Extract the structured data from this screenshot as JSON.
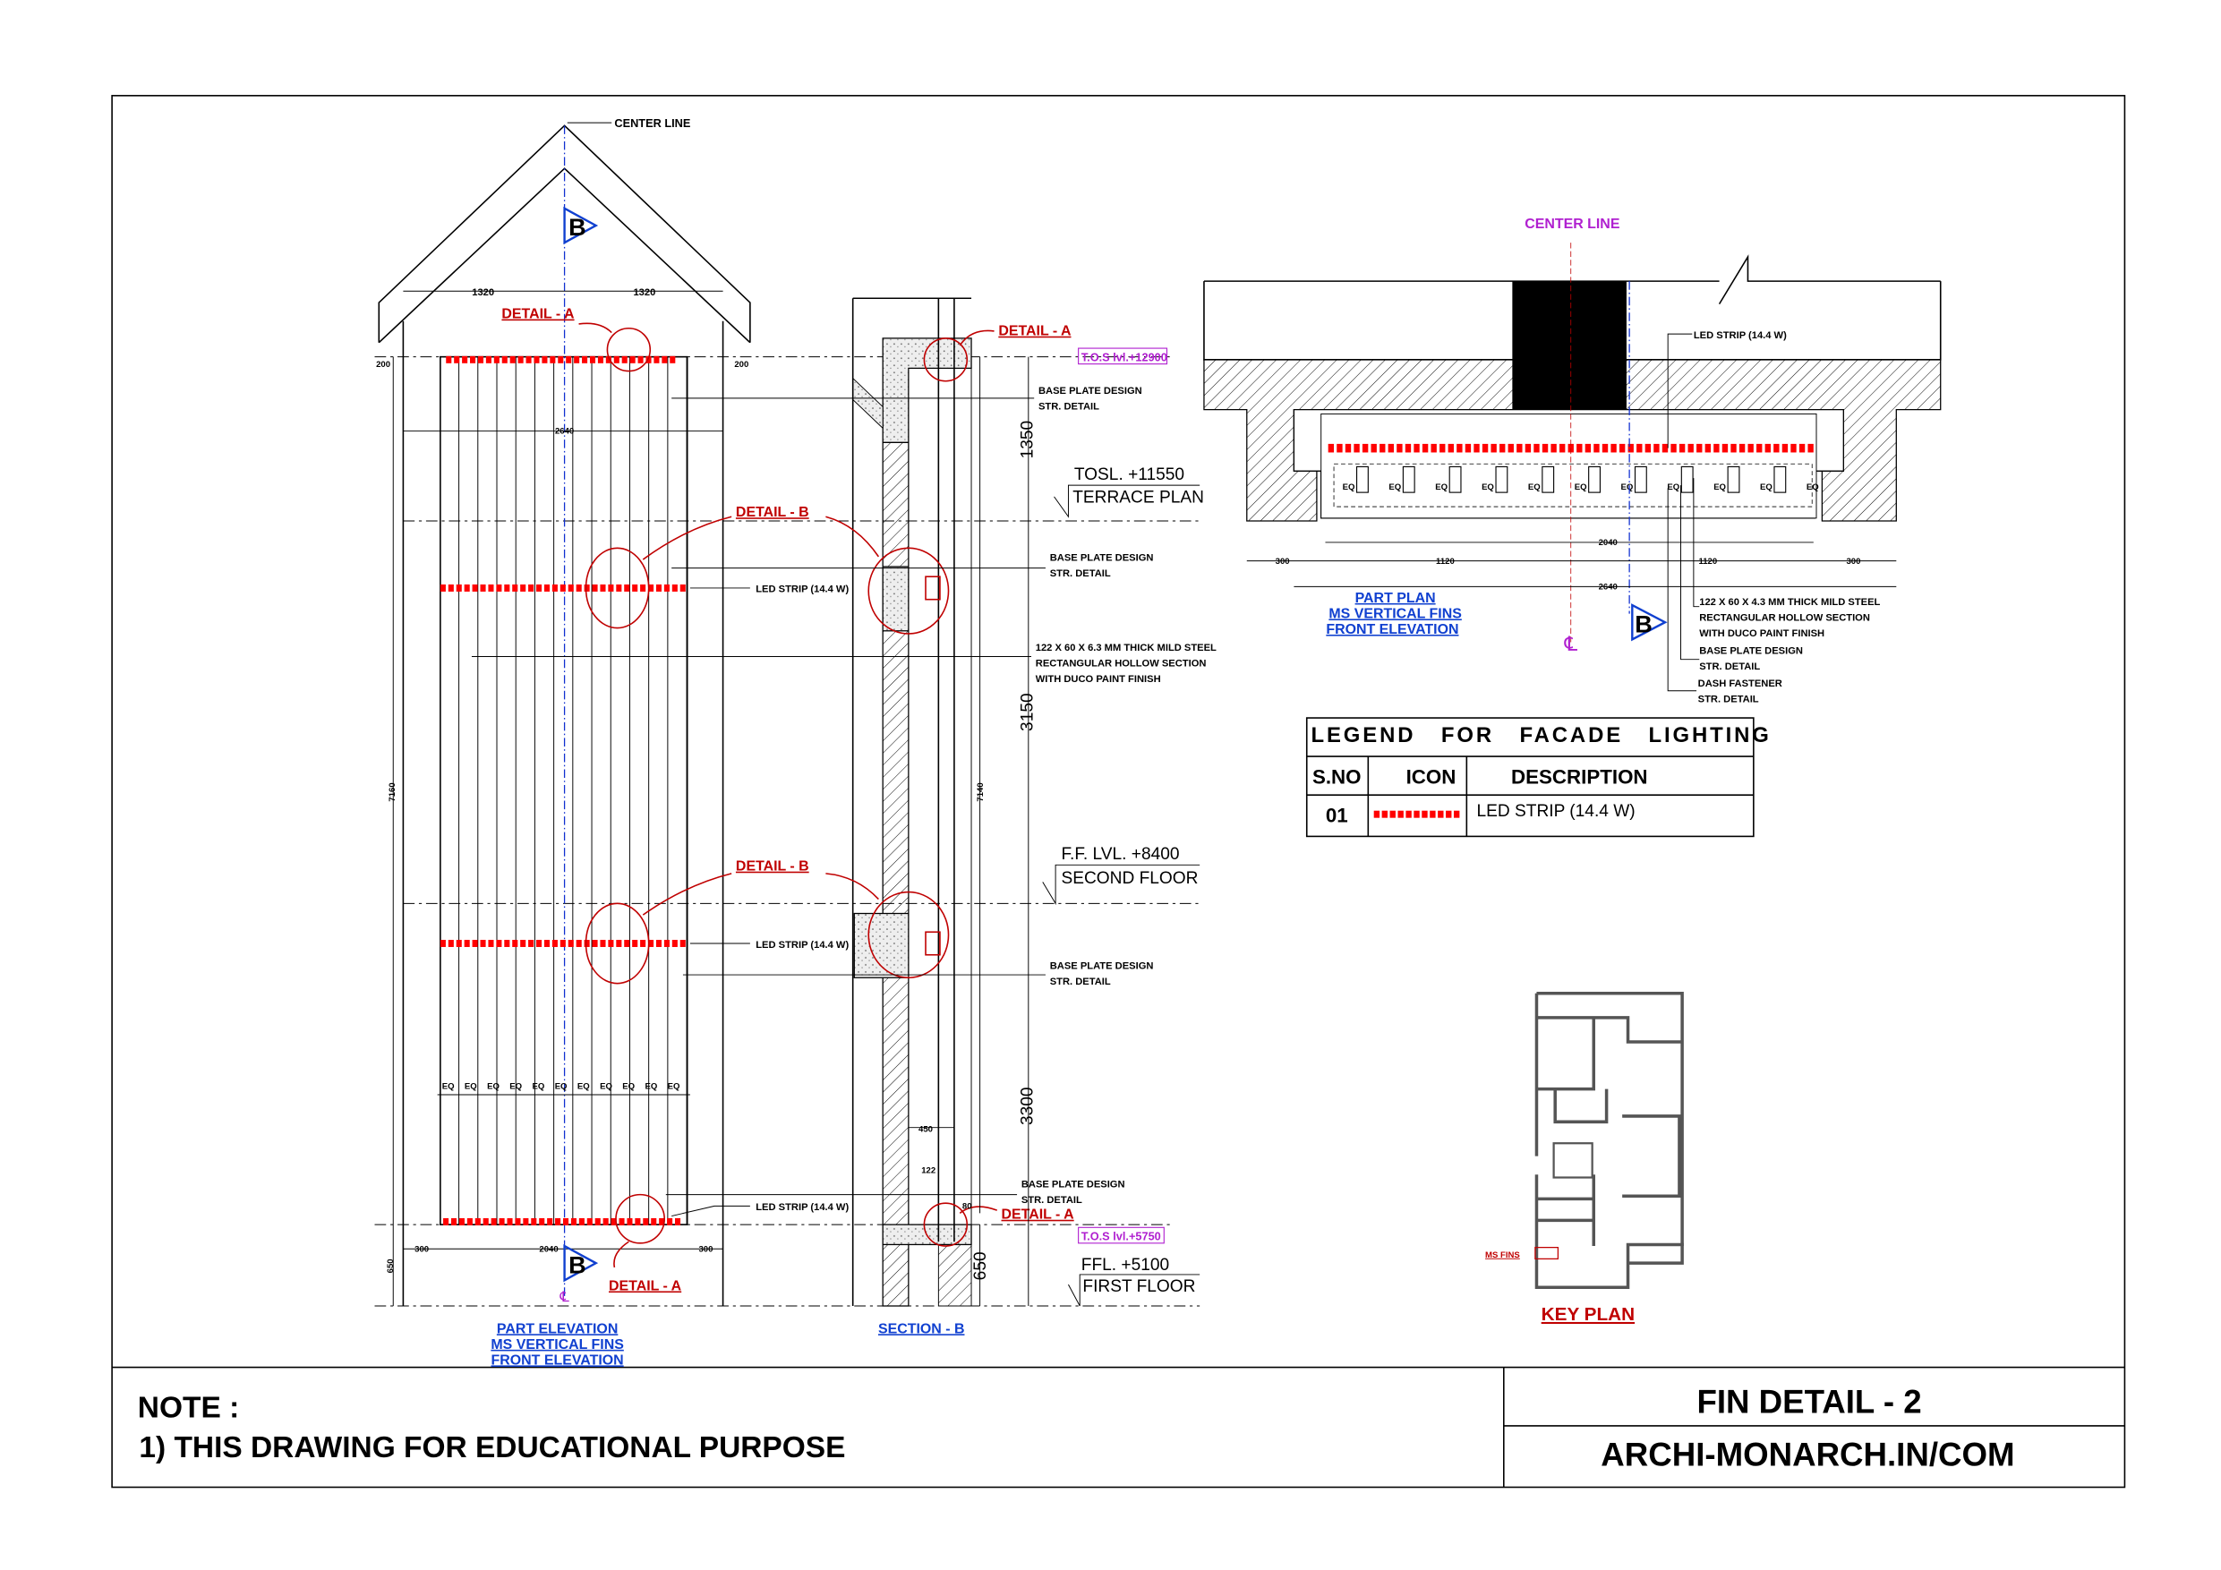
{
  "title_block": {
    "note_heading": "NOTE :",
    "note_1": "1) THIS DRAWING FOR EDUCATIONAL PURPOSE",
    "drawing_title": "FIN DETAIL - 2",
    "website": "ARCHI-MONARCH.IN/COM"
  },
  "elevation": {
    "center_line": "CENTER LINE",
    "dim_left_half": "1320",
    "dim_right_half": "1320",
    "dim_left_edge": "200",
    "dim_right_edge": "200",
    "dim_width": "2640",
    "dim_height": "7160",
    "dim_bottom": "650",
    "dim_bottom_left": "300",
    "dim_bottom_mid": "2040",
    "dim_bottom_right": "300",
    "detail_a": "DETAIL - A",
    "detail_b": "DETAIL - B",
    "led_strip": "LED STRIP (14.4 W)",
    "eq": "EQ",
    "eq_count": 11,
    "section_marker": "B",
    "cl_symbol": "℄",
    "caption_1": "PART ELEVATION",
    "caption_2": "MS VERTICAL FINS",
    "caption_3": "FRONT ELEVATION"
  },
  "section": {
    "tos_top": "T.O.S lvl.+12900",
    "tos_bottom": "T.O.S lvl.+5750",
    "terrace_level": "TOSL. +11550",
    "terrace_name": "TERRACE PLAN",
    "second_level": "F.F. LVL. +8400",
    "second_name": "SECOND FLOOR",
    "first_level": "FFL. +5100",
    "first_name": "FIRST FLOOR",
    "dim_1350": "1350",
    "dim_3150": "3150",
    "dim_3300": "3300",
    "dim_650": "650",
    "dim_7140": "7140",
    "dim_450": "450",
    "dim_122": "122",
    "dim_80": "80",
    "base_plate": "BASE PLATE DESIGN",
    "str_detail": "STR. DETAIL",
    "rhs_1": "122 X 60 X 6.3 MM THICK MILD STEEL",
    "rhs_2": "RECTANGULAR HOLLOW SECTION",
    "rhs_3": "WITH DUCO PAINT FINISH",
    "caption": "SECTION - B"
  },
  "plan": {
    "center_line": "CENTER LINE",
    "led_strip": "LED STRIP (14.4 W)",
    "dim_2040": "2040",
    "dim_300_left": "300",
    "dim_1120_left": "1120",
    "dim_1120_right": "1120",
    "dim_300_right": "300",
    "dim_2640": "2640",
    "rhs_1": "122 X 60 X 4.3 MM THICK MILD STEEL",
    "rhs_2": "RECTANGULAR HOLLOW SECTION",
    "rhs_3": "WITH DUCO PAINT FINISH",
    "base_plate": "BASE PLATE DESIGN",
    "str_detail": "STR. DETAIL",
    "dash_fastener": "DASH FASTENER",
    "str_detail_2": "STR. DETAIL",
    "caption_1": "PART PLAN",
    "caption_2": "MS VERTICAL FINS",
    "caption_3": "FRONT ELEVATION"
  },
  "legend": {
    "title": "LEGEND   FOR   FACADE   LIGHTING",
    "col_sno": "S.NO",
    "col_icon": "ICON",
    "col_desc": "DESCRIPTION",
    "rows": [
      {
        "sno": "01",
        "icon": "red-dashed-led-strip",
        "desc": "LED STRIP (14.4 W)"
      }
    ]
  },
  "key_plan": {
    "ms_fins": "MS FINS",
    "caption": "KEY PLAN"
  },
  "colors": {
    "led": "#ff0000",
    "annotation_red": "#c00000",
    "caption_blue": "#1040d0",
    "level_magenta": "#b020d0"
  }
}
